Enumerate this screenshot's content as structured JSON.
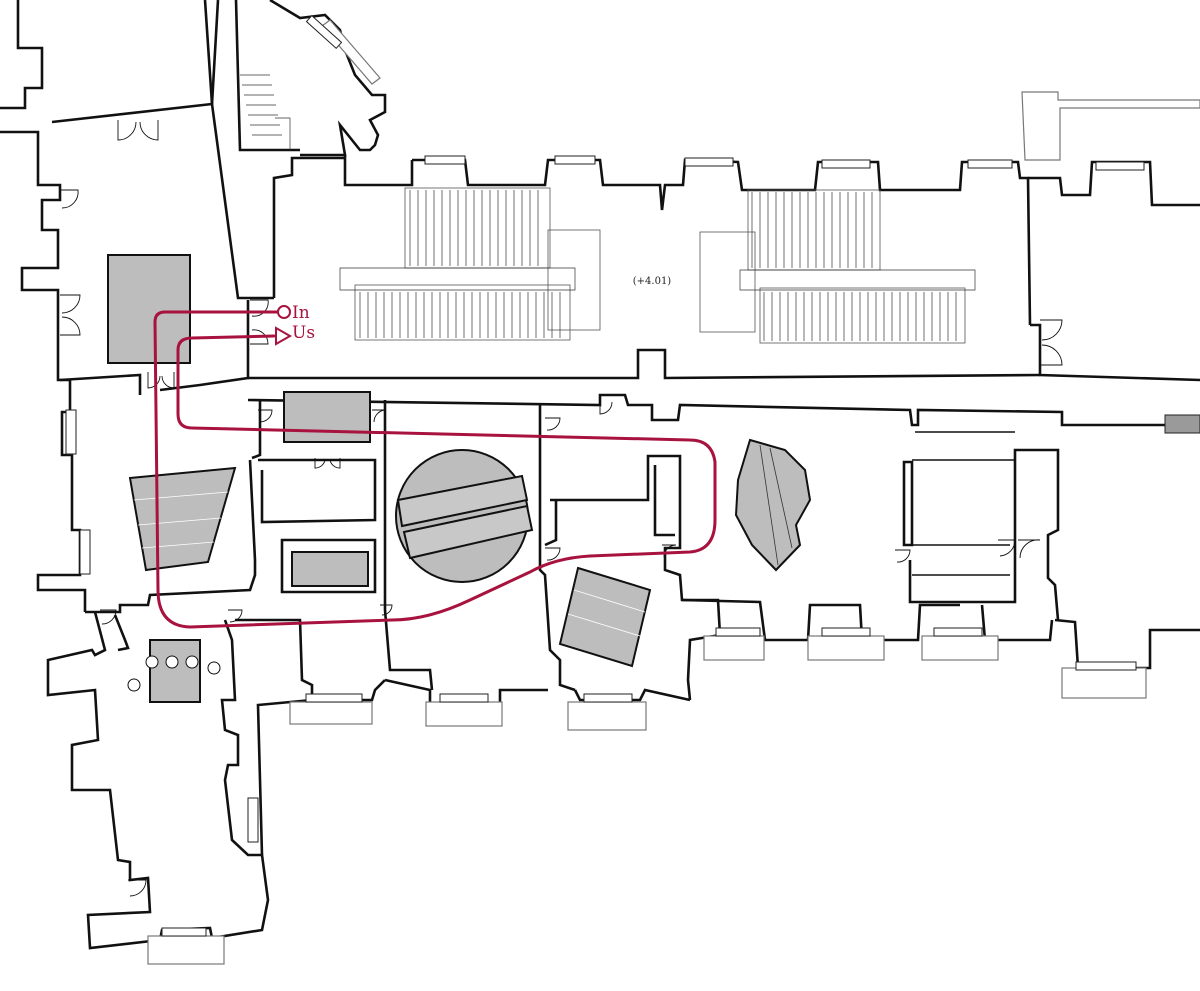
{
  "plan": {
    "level_label": "(+4.01)",
    "route_labels": {
      "entrance": "In",
      "exit": "Us"
    },
    "colors": {
      "route": "#a8123e",
      "wall": "#111111",
      "fixture_fill": "#bdbdbd",
      "background": "#ffffff"
    }
  }
}
